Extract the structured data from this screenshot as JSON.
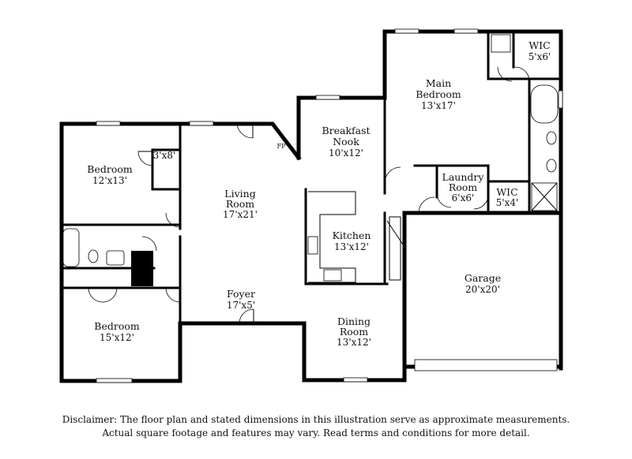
{
  "rooms": {
    "wic_main": {
      "name": "WIC",
      "dim": "5'x6'"
    },
    "main_bedroom": {
      "name1": "Main",
      "name2": "Bedroom",
      "dim": "13'x17'"
    },
    "breakfast_nook": {
      "name1": "Breakfast",
      "name2": "Nook",
      "dim": "10'x12'"
    },
    "fireplace": {
      "name": "FP"
    },
    "closet_3x8": {
      "dim": "3'x8'"
    },
    "bedroom_top": {
      "name": "Bedroom",
      "dim": "12'x13'"
    },
    "living_room": {
      "name1": "Living",
      "name2": "Room",
      "dim": "17'x21'"
    },
    "laundry_room": {
      "name1": "Laundry",
      "name2": "Room",
      "dim": "6'x6'"
    },
    "wic_laundry": {
      "name": "WIC",
      "dim": "5'x4'"
    },
    "kitchen": {
      "name": "Kitchen",
      "dim": "13'x12'"
    },
    "garage": {
      "name": "Garage",
      "dim": "20'x20'"
    },
    "foyer": {
      "name": "Foyer",
      "dim": "17'x5'"
    },
    "bedroom_bottom": {
      "name": "Bedroom",
      "dim": "15'x12'"
    },
    "dining_room": {
      "name1": "Dining",
      "name2": "Room",
      "dim": "13'x12'"
    }
  },
  "disclaimer": {
    "line1": "Disclaimer: The floor plan and stated dimensions in this illustration serve as approximate measurements.",
    "line2": "Actual square footage and features may vary. Read terms and conditions for more detail."
  }
}
